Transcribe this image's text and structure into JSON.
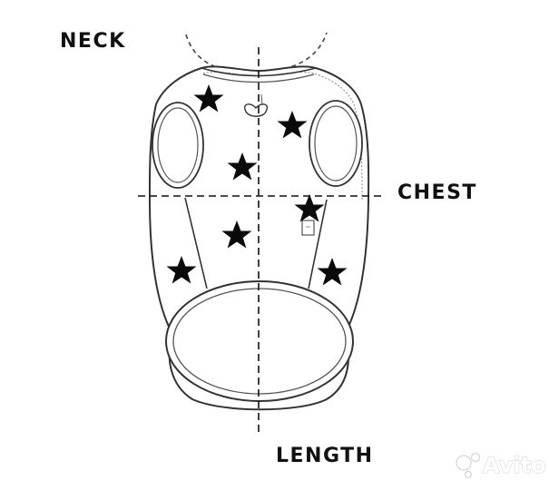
{
  "labels": {
    "neck": "NECK",
    "chest": "CHEST",
    "length": "LENGTH"
  },
  "watermark": {
    "text": "Avito"
  },
  "colors": {
    "ink": "#111111",
    "outline": "#333333",
    "background": "#ffffff",
    "star": "#0a0a0a"
  }
}
